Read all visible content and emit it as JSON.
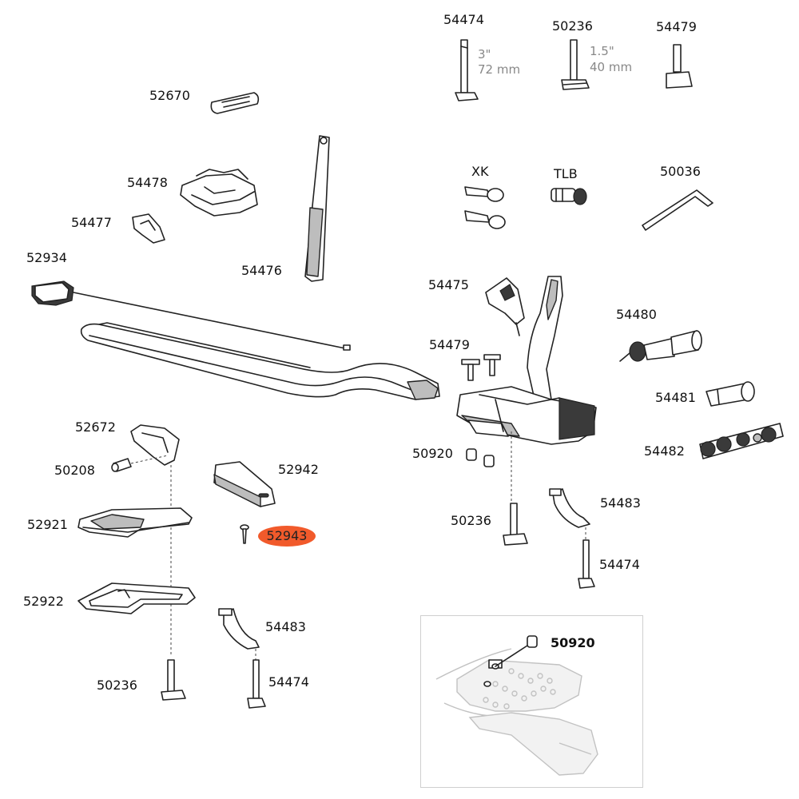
{
  "labels": {
    "p54474_top": "54474",
    "p50236_top": "50236",
    "p54479_top": "54479",
    "p52670": "52670",
    "p54478": "54478",
    "p54477": "54477",
    "p52934": "52934",
    "p54476": "54476",
    "xk": "XK",
    "tlb": "TLB",
    "p50036": "50036",
    "p54475": "54475",
    "p54480": "54480",
    "p54479_mid": "54479",
    "p54481": "54481",
    "p54482": "54482",
    "p50920_mid": "50920",
    "p52672": "52672",
    "p50208": "50208",
    "p52942": "52942",
    "p52921": "52921",
    "p52943": "52943",
    "p52922": "52922",
    "p54483_left": "54483",
    "p54474_left": "54474",
    "p50236_left": "50236",
    "p50236_right": "50236",
    "p54483_right": "54483",
    "p54474_right": "54474",
    "p50920_inset": "50920"
  },
  "dimensions": {
    "bolt_long_in": "3\"",
    "bolt_long_mm": "72 mm",
    "bolt_short_in": "1.5\"",
    "bolt_short_mm": "40 mm"
  },
  "colors": {
    "highlight": "#f15a2b",
    "line": "#222222",
    "inset_border": "#cfcfcf"
  }
}
